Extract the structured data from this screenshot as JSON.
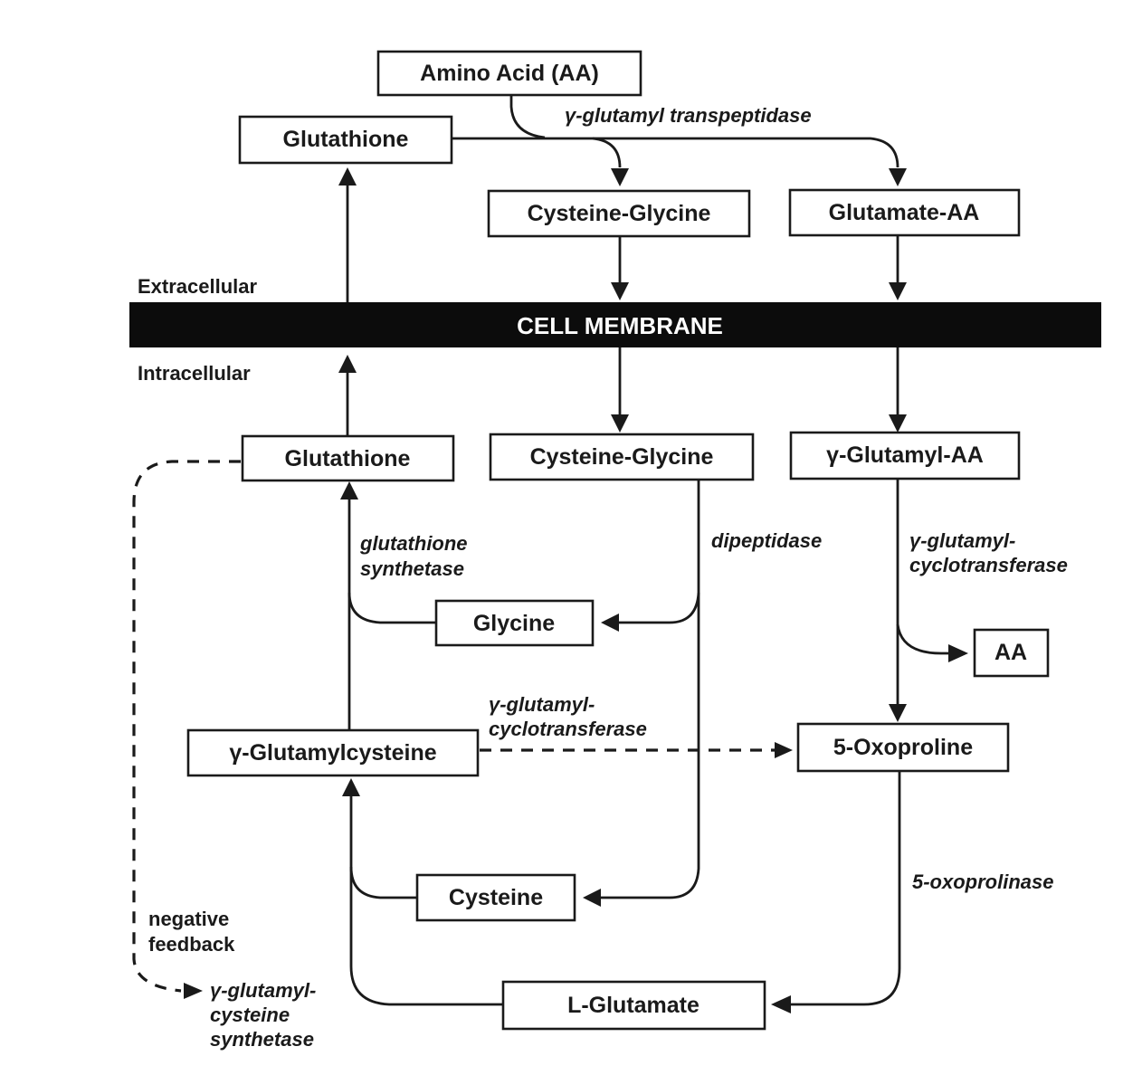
{
  "diagram": {
    "title": "Gamma-glutamyl cycle",
    "membrane": {
      "label": "CELL MEMBRANE",
      "above_label": "Extracellular",
      "below_label": "Intracellular"
    },
    "nodes": {
      "amino_acid": "Amino Acid (AA)",
      "glutathione_ext": "Glutathione",
      "cysgly_ext": "Cysteine-Glycine",
      "glutamate_aa": "Glutamate-AA",
      "glutathione_int": "Glutathione",
      "cysgly_int": "Cysteine-Glycine",
      "gamma_glutamyl_aa": "γ-Glutamyl-AA",
      "glycine": "Glycine",
      "aa_out": "AA",
      "gamma_glutamylcysteine": "γ-Glutamylcysteine",
      "oxoproline": "5-Oxoproline",
      "cysteine": "Cysteine",
      "l_glutamate": "L-Glutamate"
    },
    "enzymes": {
      "transpeptidase": "γ-glutamyl transpeptidase",
      "glutathione_synthetase": [
        "glutathione",
        "synthetase"
      ],
      "dipeptidase": "dipeptidase",
      "cyclotransferase_right": [
        "γ-glutamyl-",
        "cyclotransferase"
      ],
      "cyclotransferase_mid": [
        "γ-glutamyl-",
        "cyclotransferase"
      ],
      "oxoprolinase": "5-oxoprolinase",
      "gc_synthetase": [
        "γ-glutamyl-",
        "cysteine",
        "synthetase"
      ]
    },
    "annotations": {
      "negative_feedback": [
        "negative",
        "feedback"
      ]
    },
    "edges": [
      {
        "from": "amino_acid",
        "to": "glutamate_aa",
        "style": "solid",
        "enzyme": "transpeptidase"
      },
      {
        "from": "glutathione_ext",
        "to": "cysgly_ext",
        "style": "solid",
        "enzyme": "transpeptidase"
      },
      {
        "from": "glutathione_ext",
        "to": "glutamate_aa",
        "style": "solid",
        "enzyme": "transpeptidase"
      },
      {
        "from": "glutathione_int",
        "to": "glutathione_ext",
        "style": "solid",
        "crosses": "membrane"
      },
      {
        "from": "cysgly_ext",
        "to": "cysgly_int",
        "style": "solid",
        "crosses": "membrane"
      },
      {
        "from": "glutamate_aa",
        "to": "gamma_glutamyl_aa",
        "style": "solid",
        "crosses": "membrane"
      },
      {
        "from": "cysgly_int",
        "to": "glycine",
        "style": "solid",
        "enzyme": "dipeptidase"
      },
      {
        "from": "cysgly_int",
        "to": "cysteine",
        "style": "solid",
        "enzyme": "dipeptidase"
      },
      {
        "from": "gamma_glutamyl_aa",
        "to": "aa_out",
        "style": "solid",
        "enzyme": "cyclotransferase_right"
      },
      {
        "from": "gamma_glutamyl_aa",
        "to": "oxoproline",
        "style": "solid",
        "enzyme": "cyclotransferase_right"
      },
      {
        "from": "glycine",
        "to": "glutathione_int",
        "style": "solid",
        "enzyme": "glutathione_synthetase"
      },
      {
        "from": "gamma_glutamylcysteine",
        "to": "glutathione_int",
        "style": "solid",
        "enzyme": "glutathione_synthetase"
      },
      {
        "from": "gamma_glutamylcysteine",
        "to": "oxoproline",
        "style": "dashed",
        "enzyme": "cyclotransferase_mid"
      },
      {
        "from": "cysteine",
        "to": "gamma_glutamylcysteine",
        "style": "solid",
        "enzyme": "gc_synthetase"
      },
      {
        "from": "l_glutamate",
        "to": "gamma_glutamylcysteine",
        "style": "solid",
        "enzyme": "gc_synthetase"
      },
      {
        "from": "oxoproline",
        "to": "l_glutamate",
        "style": "solid",
        "enzyme": "oxoprolinase"
      },
      {
        "from": "glutathione_int",
        "to": "gc_synthetase",
        "style": "dashed",
        "label": "negative_feedback"
      }
    ]
  }
}
